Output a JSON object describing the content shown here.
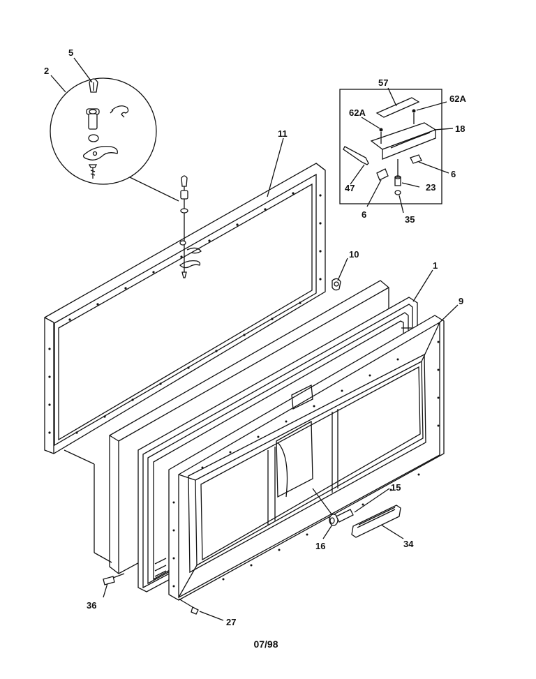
{
  "callouts": {
    "c1": "1",
    "c2": "2",
    "c5": "5",
    "c6a": "6",
    "c6b": "6",
    "c9": "9",
    "c10": "10",
    "c11": "11",
    "c15": "15",
    "c16": "16",
    "c18": "18",
    "c23": "23",
    "c27": "27",
    "c34": "34",
    "c35": "35",
    "c36": "36",
    "c47": "47",
    "c57": "57",
    "c62a1": "62A",
    "c62a2": "62A"
  },
  "footer": {
    "date_code": "07/98"
  }
}
